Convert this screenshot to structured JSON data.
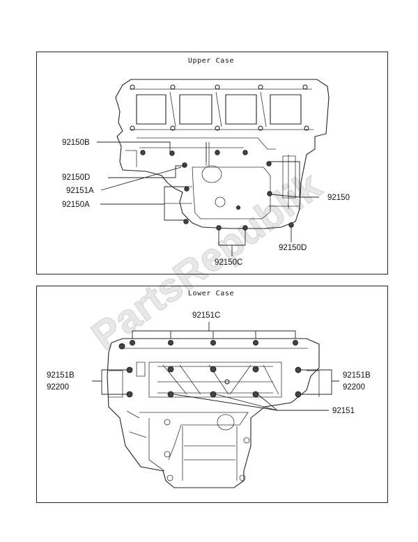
{
  "upper_case": {
    "title": "Upper Case",
    "labels": {
      "l1": "92150B",
      "l2": "92150D",
      "l3": "92151A",
      "l4": "92150A",
      "l5": "92150",
      "l6": "92150D",
      "l7": "92150C"
    }
  },
  "lower_case": {
    "title": "Lower Case",
    "labels": {
      "top": "92151C",
      "left_1": "92151B",
      "left_2": "92200",
      "right_1": "92151B",
      "right_2": "92200",
      "right_3": "92151"
    }
  },
  "watermark": "PartsRepublik"
}
